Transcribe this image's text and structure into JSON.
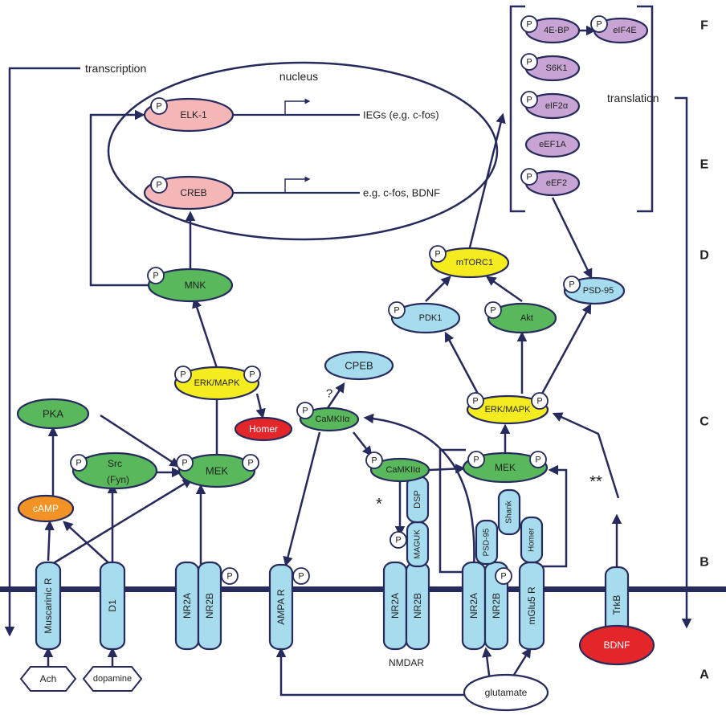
{
  "colors": {
    "line": "#262a5c",
    "blue": "#a6dcee",
    "green": "#5ab85c",
    "yellow": "#f4ec1f",
    "pink": "#f5b6b8",
    "purple": "#c8a4d4",
    "red": "#e3262a",
    "orange": "#f39325"
  },
  "phospho": "P",
  "labels": {
    "transcription": "transcription",
    "nucleus": "nucleus",
    "translation": "translation",
    "ieg": "IEGs (e.g. c-fos)",
    "creb_targets": "e.g. c-fos, BDNF",
    "question": "?",
    "star1": "*",
    "star2": "**",
    "nmdar": "NMDAR"
  },
  "sections": [
    "F",
    "E",
    "D",
    "C",
    "B",
    "A"
  ],
  "proteins": {
    "elk1": "ELK-1",
    "creb": "CREB",
    "mnk": "MNK",
    "erk_left": "ERK/MAPK",
    "homer_red": "Homer",
    "pka": "PKA",
    "src": "Src",
    "fyn": "(Fyn)",
    "mek_left": "MEK",
    "camp": "cAMP",
    "cpeb": "CPEB",
    "camk1": "CaMKIIα",
    "camk2": "CaMKIIα",
    "mek_right": "MEK",
    "erk_right": "ERK/MAPK",
    "pdk1": "PDK1",
    "akt": "Akt",
    "mtorc1": "mTORC1",
    "psd95_right": "PSD-95",
    "ebp": "4E-BP",
    "eif4e": "eIF4E",
    "s6k1": "S6K1",
    "eif2a": "eIF2α",
    "eef1a": "eEF1A",
    "eef2": "eEF2",
    "bdnf": "BDNF",
    "glutamate": "glutamate",
    "ach": "Ach",
    "dopamine": "dopamine"
  },
  "receptors": {
    "muscarinic": "Muscarinic R",
    "d1": "D1",
    "nr2a_1": "NR2A",
    "nr2b_1": "NR2B",
    "ampa": "AMPA R",
    "nr2a_2": "NR2A",
    "nr2b_2": "NR2B",
    "nr2a_3": "NR2A",
    "nr2b_3": "NR2B",
    "mglu5": "mGlu5 R",
    "trkb": "TrkB",
    "maguk": "MAGUK",
    "dsp": "DSP",
    "psd95_v": "PSD-95",
    "shank": "Shank",
    "homer_v": "Homer"
  }
}
